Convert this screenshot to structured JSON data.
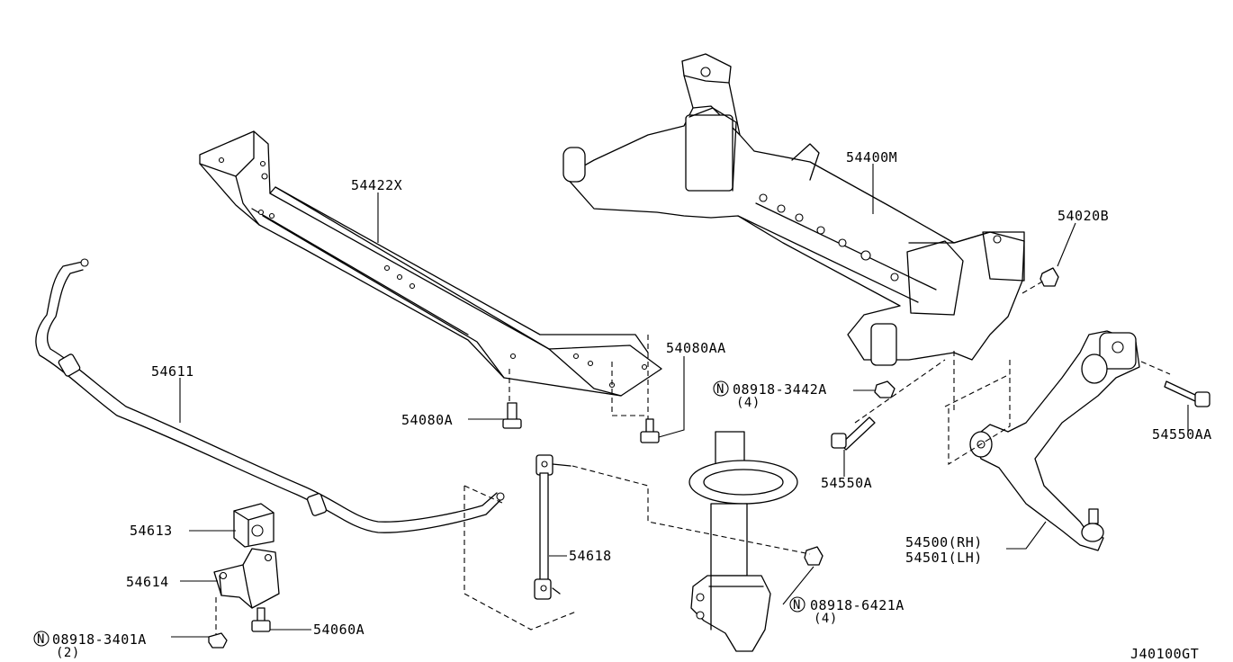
{
  "labels": {
    "crossmember": "54422X",
    "subframe": "54400M",
    "bushing_top": "54020B",
    "bolt_aa": "54080AA",
    "nut_3442": "08918-3442A",
    "nut_3442_qty": "(4)",
    "bolt_a": "54080A",
    "stabilizer": "54611",
    "bolt_54550a": "54550A",
    "bolt_54550aa": "54550AA",
    "arm_rh": "54500(RH)",
    "arm_lh": "54501(LH)",
    "stab_bush": "54613",
    "stab_link": "54618",
    "stab_clamp": "54614",
    "nut_6421": "08918-6421A",
    "nut_6421_qty": "(4)",
    "bolt_54060a": "54060A",
    "nut_3401": "08918-3401A",
    "nut_3401_qty": "(2)",
    "figure_code": "J40100GT"
  },
  "symbols": {
    "nut_marker": "N"
  },
  "icons": [
    "crossmember-part",
    "subframe-part",
    "stabilizer-bar-part",
    "stabilizer-link-part",
    "strut-part",
    "lower-arm-part",
    "bushing-part",
    "clamp-part",
    "bolt-icon",
    "nut-icon"
  ]
}
